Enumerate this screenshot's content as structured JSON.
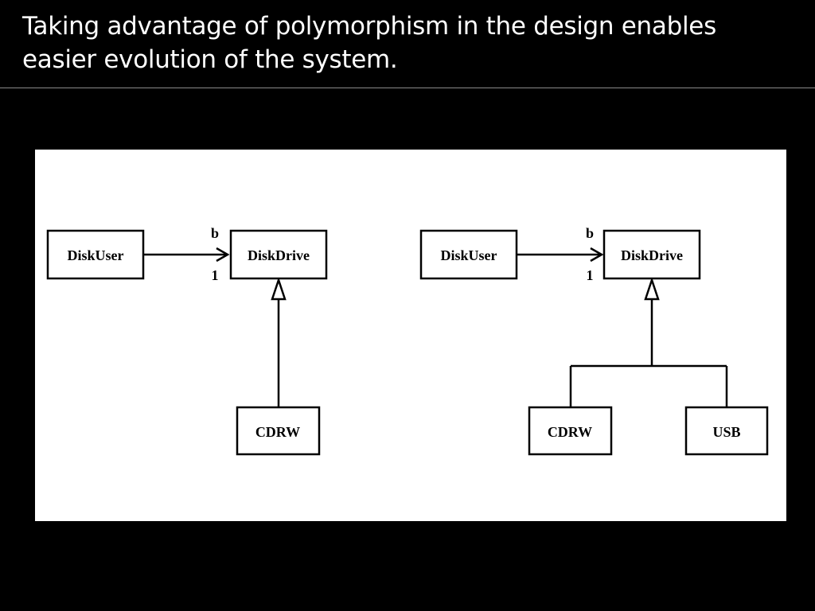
{
  "slide": {
    "title": "Taking advantage of polymorphism in the design enables easier evolution of the system."
  },
  "diagram_left": {
    "disk_user": "DiskUser",
    "disk_drive": "DiskDrive",
    "cdrw": "CDRW",
    "role_label": "b",
    "multiplicity": "1"
  },
  "diagram_right": {
    "disk_user": "DiskUser",
    "disk_drive": "DiskDrive",
    "cdrw": "CDRW",
    "usb": "USB",
    "role_label": "b",
    "multiplicity": "1"
  },
  "colors": {
    "background": "#000000",
    "title_text": "#ffffff",
    "figure_background": "#ffffff",
    "diagram_ink": "#000000"
  }
}
